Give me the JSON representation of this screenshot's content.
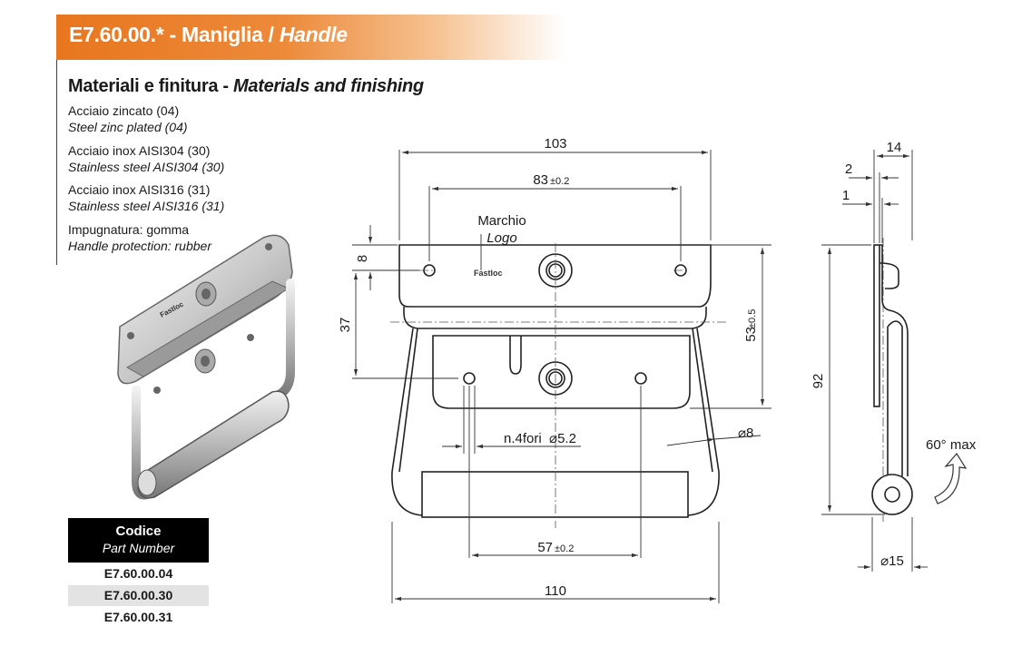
{
  "header": {
    "code": "E7.60.00.*",
    "title_it": " - Maniglia / ",
    "title_en": "Handle"
  },
  "materials": {
    "title_it": "Materiali e finitura - ",
    "title_en": "Materials and finishing",
    "items": [
      {
        "it": "Acciaio zincato (04)",
        "en": "Steel zinc plated (04)"
      },
      {
        "it": "Acciaio inox AISI304 (30)",
        "en": "Stainless steel AISI304 (30)"
      },
      {
        "it": "Acciaio inox AISI316 (31)",
        "en": "Stainless steel AISI316 (31)"
      },
      {
        "it": "Impugnatura: gomma",
        "en": "Handle protection: rubber"
      }
    ]
  },
  "part_numbers": {
    "header_it": "Codice",
    "header_en": "Part Number",
    "rows": [
      "E7.60.00.04",
      "E7.60.00.30",
      "E7.60.00.31"
    ]
  },
  "drawing": {
    "logo_label_it": "Marchio",
    "logo_label_en": "Logo",
    "brand_mark": "Fastloc",
    "dims": {
      "d103": "103",
      "d83": "83",
      "tol02": "±0.2",
      "d8": "8",
      "d37": "37",
      "d53": "53",
      "tol05": "±0.5",
      "holes": "n.4fori  ⌀5.2",
      "dia8": "⌀8",
      "d57": "57",
      "d110": "110",
      "d14": "14",
      "d2": "2",
      "d1": "1",
      "d92": "92",
      "rotation": "60° max",
      "dia15": "⌀15"
    }
  }
}
